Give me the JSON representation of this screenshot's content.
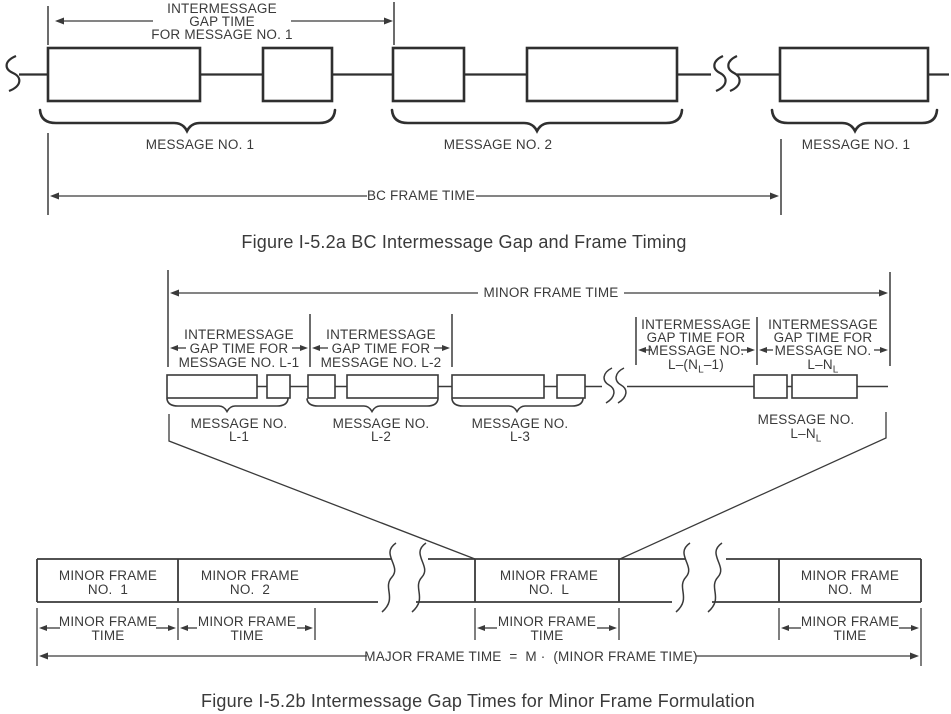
{
  "colors": {
    "ink": "#3a3a3a",
    "background": "#ffffff"
  },
  "figure_a": {
    "gap_label": {
      "line1": "INTERMESSAGE",
      "line2": "GAP TIME",
      "line3": "FOR MESSAGE NO. 1"
    },
    "message_labels": [
      "MESSAGE NO. 1",
      "MESSAGE NO. 2",
      "MESSAGE NO. 1"
    ],
    "frame_time_label": "BC FRAME TIME",
    "caption": "Figure I-5.2a BC Intermessage Gap and Frame Timing"
  },
  "figure_b": {
    "minor_frame_time_label": "MINOR FRAME TIME",
    "gap_columns": [
      {
        "line1": "INTERMESSAGE",
        "line2": "GAP TIME FOR",
        "line3": "MESSAGE NO. L-1"
      },
      {
        "line1": "INTERMESSAGE",
        "line2": "GAP TIME FOR",
        "line3": "MESSAGE NO. L-2"
      },
      {
        "line1": "INTERMESSAGE",
        "line2": "GAP TIME FOR",
        "line3": "MESSAGE NO.",
        "line4_pre": "L–(N",
        "line4_sub": "L",
        "line4_post": "–1)"
      },
      {
        "line1": "INTERMESSAGE",
        "line2": "GAP TIME FOR",
        "line3": "MESSAGE NO.",
        "line4_pre": "L–N",
        "line4_sub": "L"
      }
    ],
    "message_labels": [
      {
        "line1": "MESSAGE NO.",
        "line2": "L-1"
      },
      {
        "line1": "MESSAGE NO.",
        "line2": "L-2"
      },
      {
        "line1": "MESSAGE NO.",
        "line2": "L-3"
      },
      {
        "line1": "MESSAGE NO.",
        "line2_pre": "L–N",
        "line2_sub": "L"
      }
    ],
    "minor_frames": [
      {
        "line1": "MINOR FRAME",
        "line2": "NO.  1"
      },
      {
        "line1": "MINOR FRAME",
        "line2": "NO.  2"
      },
      {
        "line1": "MINOR FRAME",
        "line2": "NO.  L"
      },
      {
        "line1": "MINOR FRAME",
        "line2": "NO.  M"
      }
    ],
    "frame_time_label": {
      "line1": "MINOR FRAME",
      "line2": "TIME"
    },
    "major_frame_label": "MAJOR FRAME TIME  =  M ·  (MINOR FRAME TIME)",
    "caption": "Figure I-5.2b Intermessage Gap Times for Minor Frame Formulation"
  }
}
